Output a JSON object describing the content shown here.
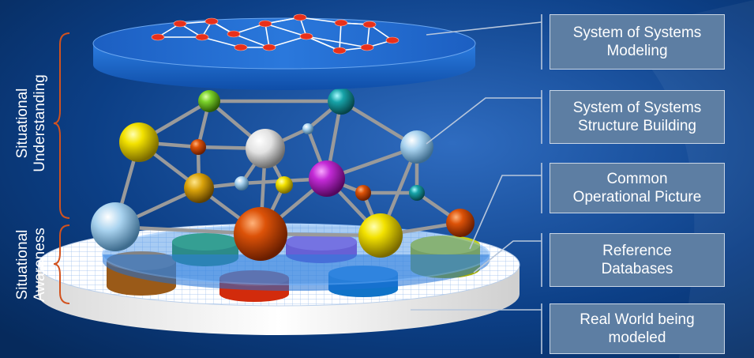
{
  "labels": {
    "sos_modeling": [
      "System of Systems",
      "Modeling"
    ],
    "sos_structure": [
      "System of Systems",
      "Structure Building"
    ],
    "cop": [
      "Common",
      "Operational Picture"
    ],
    "ref_db": [
      "Reference",
      "Databases"
    ],
    "real_world": [
      "Real World being",
      "modeled"
    ]
  },
  "side_labels": {
    "understanding": [
      "Situational",
      "Understanding"
    ],
    "awareness": [
      "Situational",
      "Awareness"
    ]
  },
  "colors": {
    "background": "#0b3a78",
    "top_disk": "#1e64c8",
    "node_red": "#e8301a",
    "bracket": "#d2521e",
    "box_fill": "#5d7ea3",
    "sphere_yellow": "#e9d500",
    "sphere_orange": "#d24a05",
    "sphere_white": "#f2f2f2",
    "sphere_magenta": "#c02bd0",
    "sphere_green": "#7ad12a",
    "sphere_teal": "#17a3a8",
    "sphere_lightblue": "#a9d3ef",
    "db_brown": "#9a5a18",
    "db_green": "#1f8a3c",
    "db_purple": "#8a3ac8",
    "db_red": "#d22b0c",
    "db_blue": "#0f73c8",
    "db_olive": "#a6b000"
  }
}
